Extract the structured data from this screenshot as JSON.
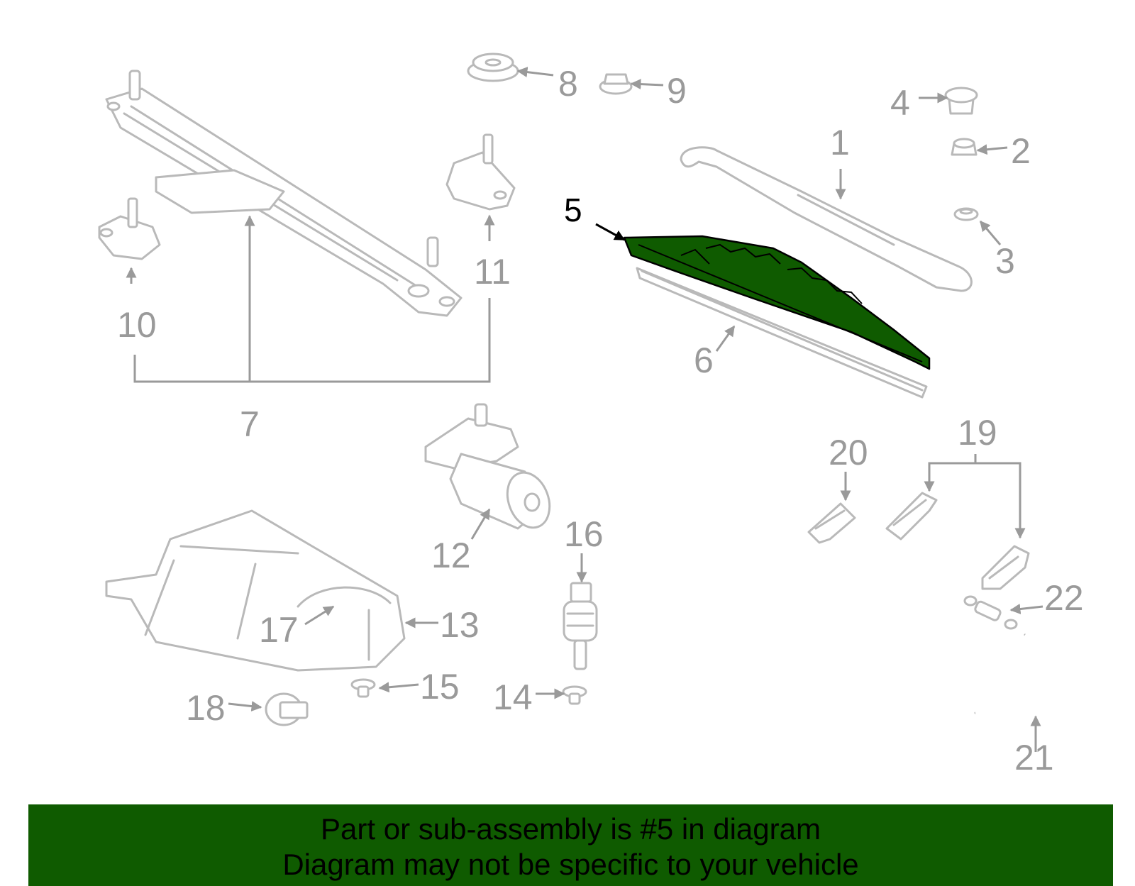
{
  "diagram": {
    "highlighted_part": "5",
    "callouts": [
      "1",
      "2",
      "3",
      "4",
      "5",
      "6",
      "7",
      "8",
      "9",
      "10",
      "11",
      "12",
      "13",
      "14",
      "15",
      "16",
      "17",
      "18",
      "19",
      "20",
      "21",
      "22"
    ]
  },
  "colors": {
    "highlight": "#0f5b00",
    "line_art": "#b9b9b9",
    "label": "#9a9a9a"
  },
  "banner": {
    "line1": "Part or sub-assembly is #5 in diagram",
    "line2": "Diagram may not be specific to your vehicle"
  }
}
